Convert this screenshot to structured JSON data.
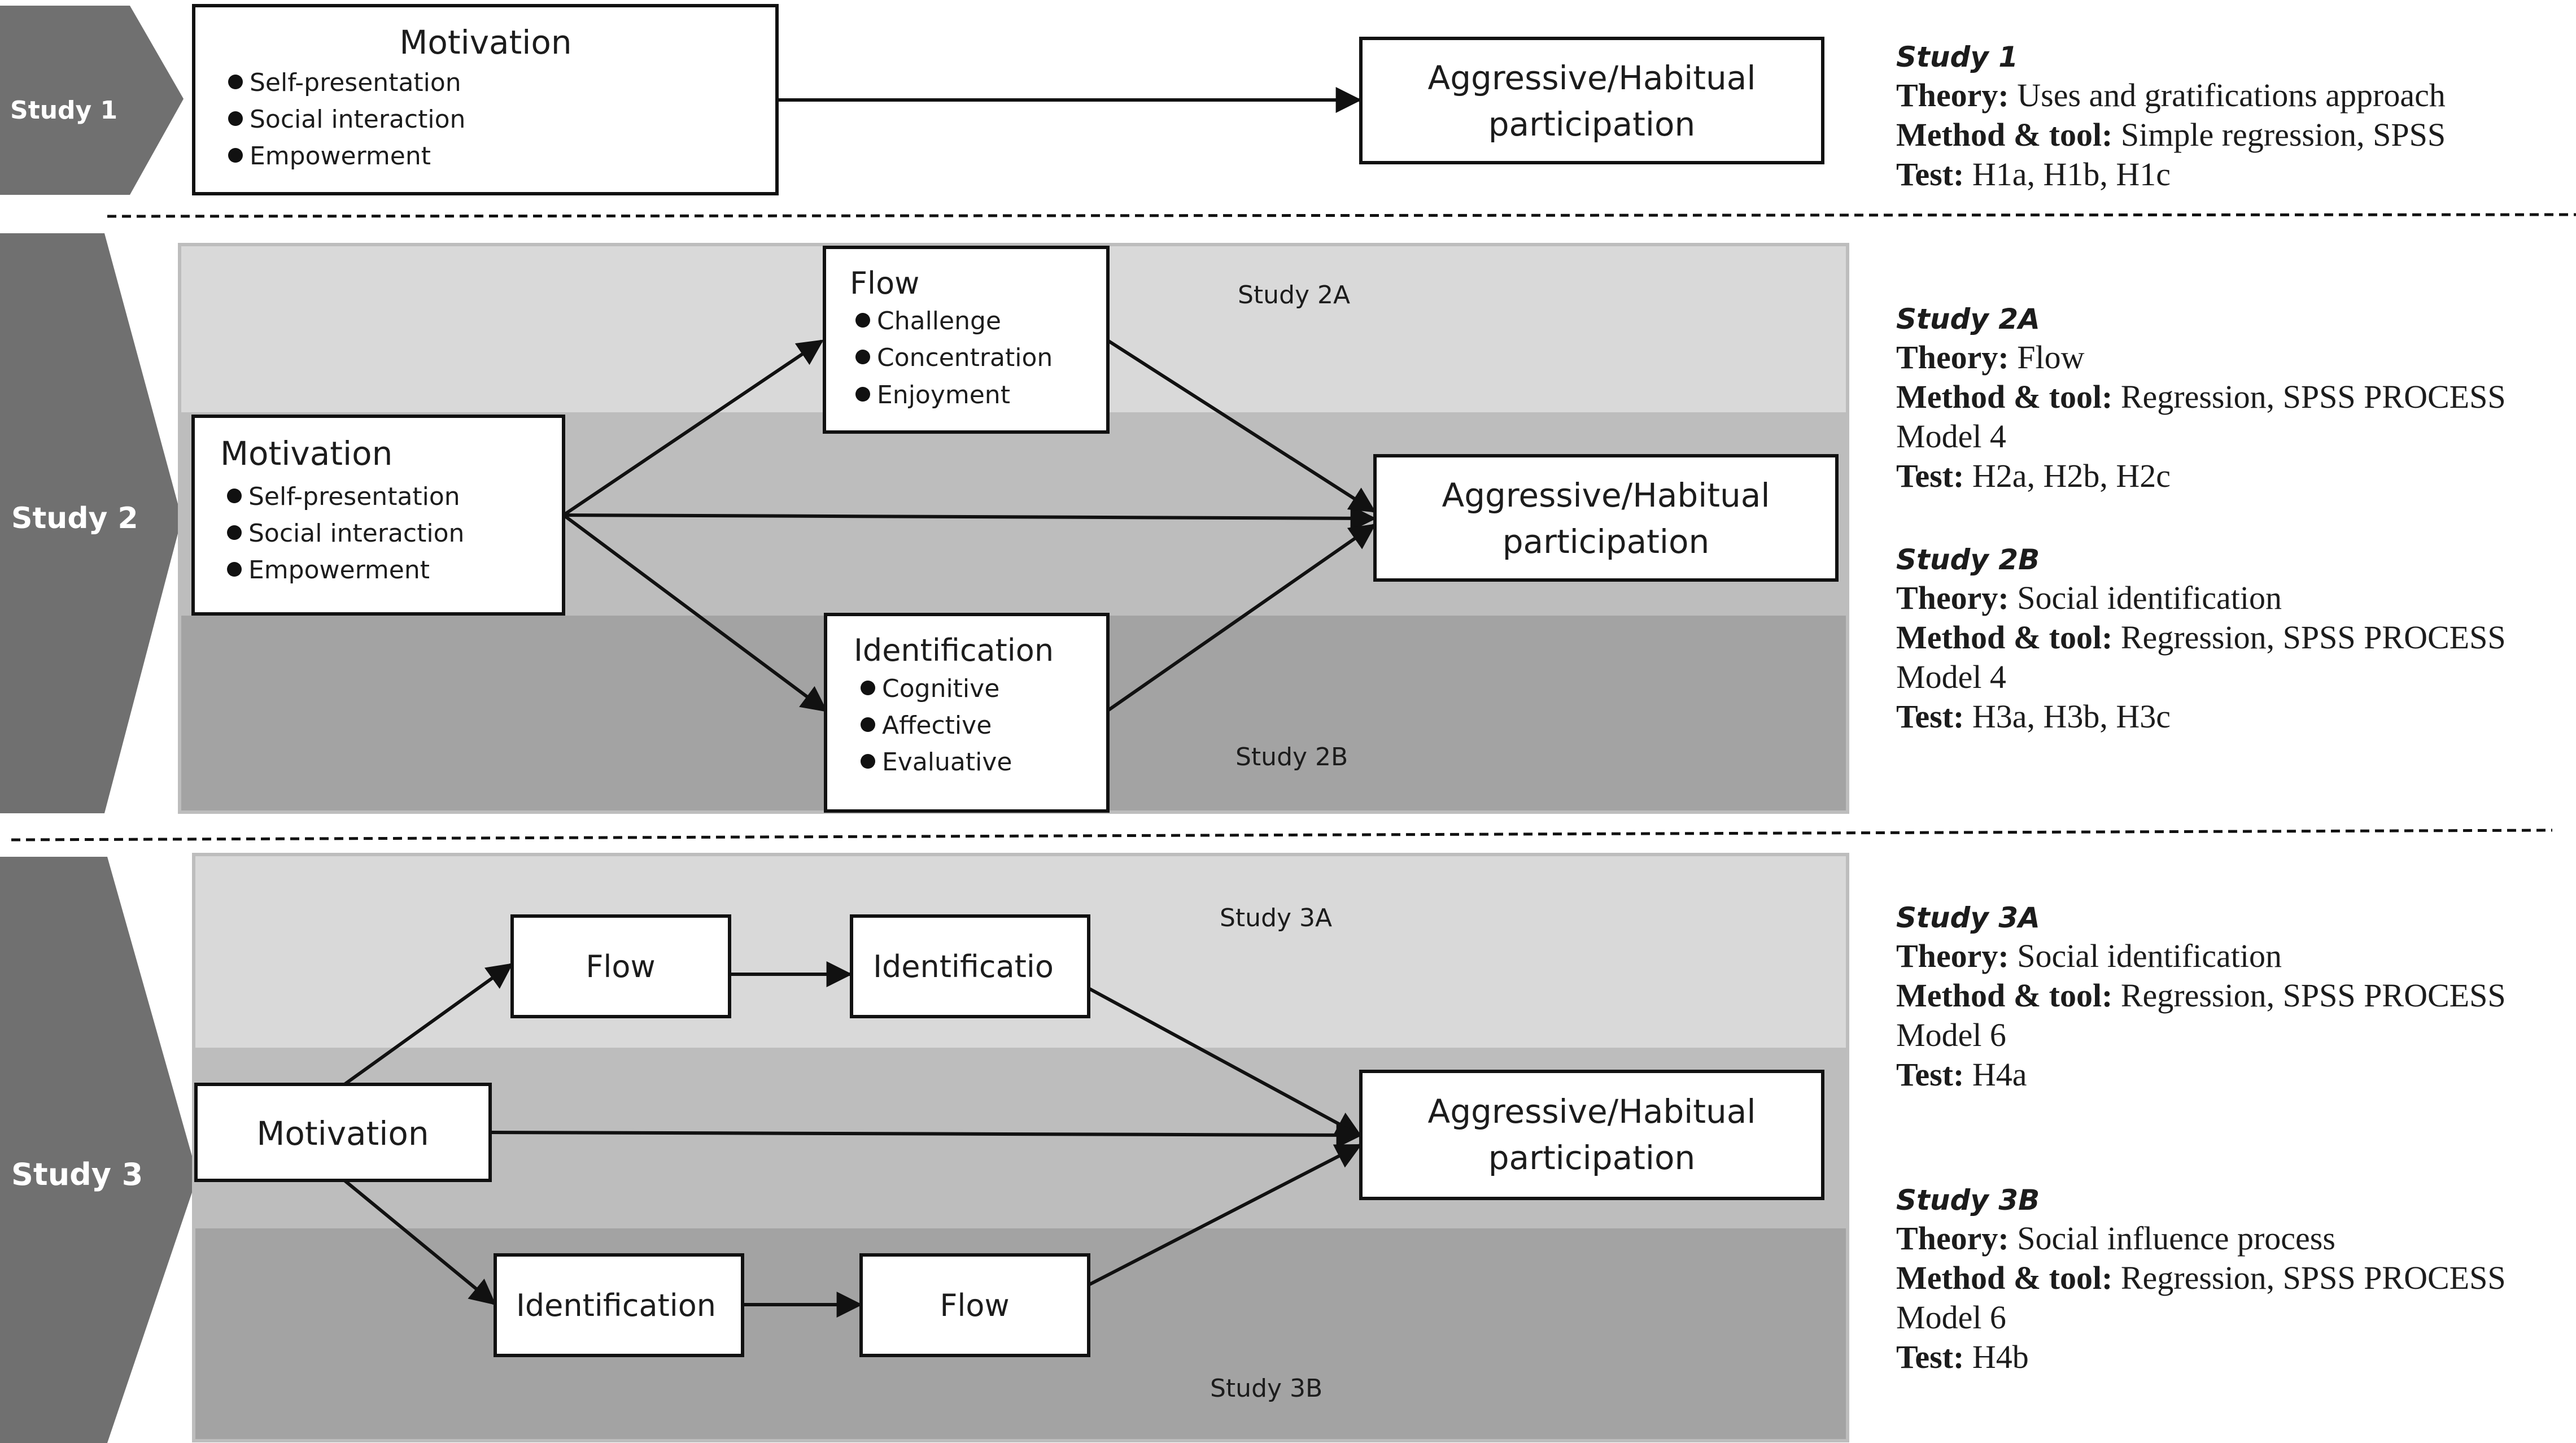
{
  "colors": {
    "chevron": "#707070",
    "band_light": "#d9d9d9",
    "band_mid": "#bdbdbd",
    "band_dark": "#a3a3a3",
    "box_fill": "#ffffff",
    "stroke": "#111111"
  },
  "study1": {
    "chevron_label": "Study 1",
    "motivation": {
      "title": "Motivation",
      "bullets": [
        "Self-presentation",
        "Social interaction",
        "Empowerment"
      ]
    },
    "outcome": {
      "line1": "Aggressive/Habitual",
      "line2": "participation"
    },
    "notes": {
      "heading": "Study 1",
      "theory_label": "Theory:",
      "theory_value": " Uses and gratifications approach",
      "method_label": "Method & tool:",
      "method_value": " Simple regression, SPSS",
      "test_label": "Test:",
      "test_value": " H1a, H1b, H1c"
    }
  },
  "study2": {
    "chevron_label": "Study 2",
    "panel_a_label": "Study 2A",
    "panel_b_label": "Study 2B",
    "motivation": {
      "title": "Motivation",
      "bullets": [
        "Self-presentation",
        "Social interaction",
        "Empowerment"
      ]
    },
    "flow": {
      "title": "Flow",
      "bullets": [
        "Challenge",
        "Concentration",
        "Enjoyment"
      ]
    },
    "identification": {
      "title": "Identification",
      "bullets": [
        "Cognitive",
        "Affective",
        "Evaluative"
      ]
    },
    "outcome": {
      "line1": "Aggressive/Habitual",
      "line2": "participation"
    },
    "notes_a": {
      "heading": "Study 2A",
      "theory_label": "Theory:",
      "theory_value": " Flow",
      "method_label": "Method & tool:",
      "method_value": " Regression, SPSS PROCESS",
      "method_cont": "Model 4",
      "test_label": "Test:",
      "test_value": " H2a, H2b, H2c"
    },
    "notes_b": {
      "heading": "Study 2B",
      "theory_label": "Theory:",
      "theory_value": " Social identification",
      "method_label": "Method & tool:",
      "method_value": " Regression, SPSS PROCESS",
      "method_cont": "Model 4",
      "test_label": "Test:",
      "test_value": " H3a, H3b, H3c"
    }
  },
  "study3": {
    "chevron_label": "Study 3",
    "panel_a_label": "Study 3A",
    "panel_b_label": "Study 3B",
    "motivation": "Motivation",
    "a_flow": "Flow",
    "a_identification": "Identificatio",
    "b_identification": "Identification",
    "b_flow": "Flow",
    "outcome": {
      "line1": "Aggressive/Habitual",
      "line2": "participation"
    },
    "notes_a": {
      "heading": "Study 3A",
      "theory_label": "Theory:",
      "theory_value": " Social identification",
      "method_label": "Method & tool:",
      "method_value": " Regression, SPSS PROCESS",
      "method_cont": "Model 6",
      "test_label": "Test:",
      "test_value": " H4a"
    },
    "notes_b": {
      "heading": "Study 3B",
      "theory_label": "Theory:",
      "theory_value": " Social influence process",
      "method_label": "Method & tool:",
      "method_value": " Regression, SPSS PROCESS",
      "method_cont": "Model 6",
      "test_label": "Test:",
      "test_value": " H4b"
    }
  }
}
